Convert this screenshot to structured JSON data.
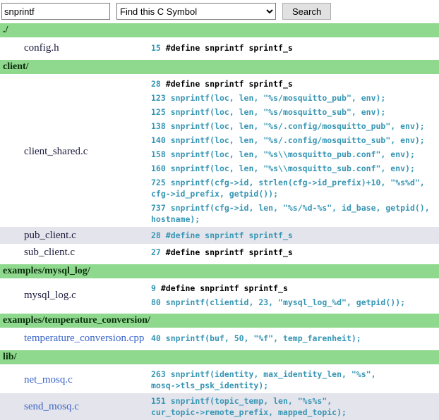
{
  "search": {
    "query": "snprintf",
    "type_selected": "Find this C Symbol",
    "button_label": "Search"
  },
  "colors": {
    "header_green": "#8fd98f",
    "row_shade": "#e4e4ec",
    "code_teal": "#3796b4",
    "link_blue": "#3a66c8",
    "link_dark": "#1d1d3e"
  },
  "sections": [
    {
      "label": "./",
      "files": [
        {
          "name": "config.h",
          "link_style": "dark",
          "shaded": false,
          "results": [
            {
              "num": "15",
              "style": "def",
              "segments": [
                "#define snprintf sprintf_s"
              ]
            }
          ]
        }
      ]
    },
    {
      "label": "client/",
      "files": [
        {
          "name": "client_shared.c",
          "link_style": "dark",
          "shaded": false,
          "results": [
            {
              "num": "28",
              "style": "def",
              "segments": [
                "#define snprintf sprintf_s"
              ]
            },
            {
              "num": "123",
              "style": "call",
              "segments": [
                "snprintf(loc, len, \"%s/mosquitto_pub\", env);"
              ]
            },
            {
              "num": "125",
              "style": "call",
              "segments": [
                "snprintf(loc, len, \"%s/mosquitto_sub\", env);"
              ]
            },
            {
              "num": "138",
              "style": "call",
              "segments": [
                "snprintf(loc, len, \"%s/.config/mosquitto_pub\", env);"
              ]
            },
            {
              "num": "140",
              "style": "call",
              "segments": [
                "snprintf(loc, len, \"%s/.config/mosquitto_sub\", env);"
              ]
            },
            {
              "num": "158",
              "style": "call",
              "segments": [
                "snprintf(loc, len, \"%s\\\\mosquitto_pub.conf\", env);"
              ]
            },
            {
              "num": "160",
              "style": "call",
              "segments": [
                "snprintf(loc, len, \"%s\\\\mosquitto_sub.conf\", env);"
              ]
            },
            {
              "num": "725",
              "style": "call",
              "segments": [
                "snprintf(cfg->id, strlen(cfg->id_prefix)+10, \"%s%d\",",
                "cfg->id_prefix, getpid());"
              ]
            },
            {
              "num": "737",
              "style": "call",
              "segments": [
                "snprintf(cfg->id, len, \"%s/%d-%s\", id_base, getpid(),",
                "hostname);"
              ]
            }
          ]
        },
        {
          "name": "pub_client.c",
          "link_style": "dark",
          "shaded": true,
          "results": [
            {
              "num": "28",
              "style": "call",
              "segments": [
                "#define snprintf sprintf_s"
              ]
            }
          ]
        },
        {
          "name": "sub_client.c",
          "link_style": "dark",
          "shaded": false,
          "results": [
            {
              "num": "27",
              "style": "def",
              "segments": [
                "#define snprintf sprintf_s"
              ]
            }
          ]
        }
      ]
    },
    {
      "label": "examples/mysql_log/",
      "files": [
        {
          "name": "mysql_log.c",
          "link_style": "dark",
          "shaded": false,
          "results": [
            {
              "num": "9",
              "style": "def",
              "segments": [
                "#define snprintf sprintf_s"
              ]
            },
            {
              "num": "80",
              "style": "call",
              "segments": [
                "snprintf(clientid, 23, \"mysql_log_%d\", getpid());"
              ]
            }
          ]
        }
      ]
    },
    {
      "label": "examples/temperature_conversion/",
      "files": [
        {
          "name": "temperature_conversion.cpp",
          "link_style": "blue",
          "shaded": false,
          "results": [
            {
              "num": "40",
              "style": "call",
              "segments": [
                "snprintf(buf, 50, \"%f\", temp_farenheit);"
              ]
            }
          ]
        }
      ]
    },
    {
      "label": "lib/",
      "files": [
        {
          "name": "net_mosq.c",
          "link_style": "blue",
          "shaded": false,
          "results": [
            {
              "num": "263",
              "style": "call",
              "segments": [
                "snprintf(identity, max_identity_len, \"%s\",",
                "mosq->tls_psk_identity);"
              ]
            }
          ]
        },
        {
          "name": "send_mosq.c",
          "link_style": "blue",
          "shaded": true,
          "results": [
            {
              "num": "151",
              "style": "call",
              "segments": [
                "snprintf(topic_temp, len, \"%s%s\",",
                "cur_topic->remote_prefix, mapped_topic);"
              ]
            }
          ]
        }
      ]
    }
  ]
}
